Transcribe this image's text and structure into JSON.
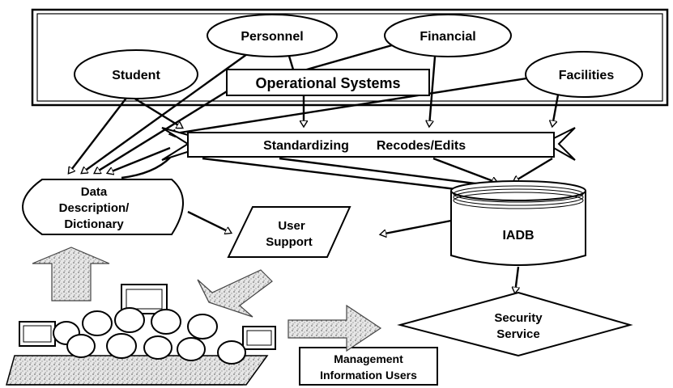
{
  "diagram": {
    "operational_sources": {
      "student": "Student",
      "personnel": "Personnel",
      "financial": "Financial",
      "facilities": "Facilities"
    },
    "operational_systems": "Operational Systems",
    "standardizing": "Standardizing",
    "recodes_edits": "Recodes/Edits",
    "data_dictionary": [
      "Data",
      "Description/",
      "Dictionary"
    ],
    "user_support": [
      "User",
      "Support"
    ],
    "iadb": "IADB",
    "security_service": [
      "Security",
      "Service"
    ],
    "management_info_users": [
      "Management",
      "Information Users"
    ]
  }
}
